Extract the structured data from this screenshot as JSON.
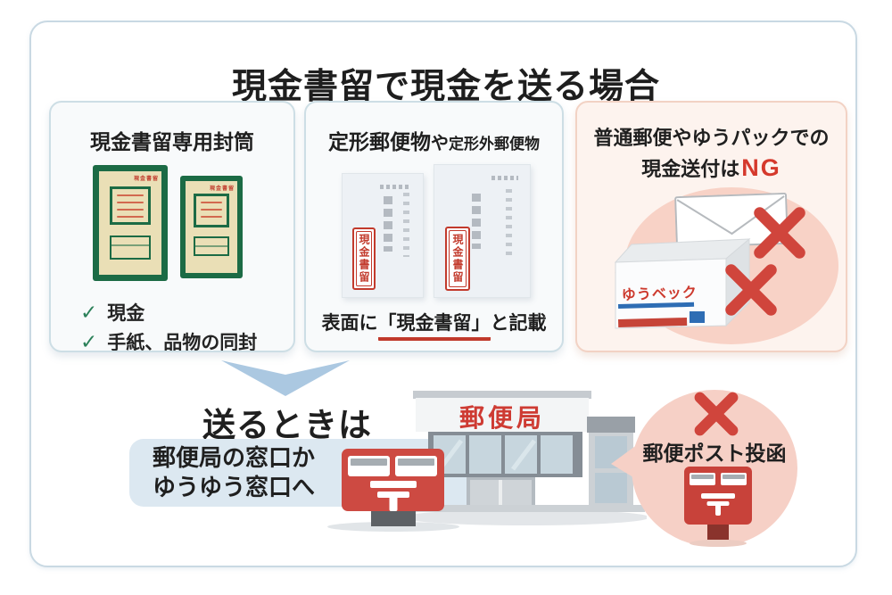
{
  "title": "現金書留で現金を送る場合",
  "panel_envelope": {
    "heading": "現金書留専用封筒",
    "envelope_stamp": "現金書留",
    "check_glyph": "✓",
    "checklist": [
      {
        "label": "現金"
      },
      {
        "label": "手紙、品物の同封"
      }
    ]
  },
  "panel_standard": {
    "heading_main": "定形郵便物",
    "heading_connector": "や",
    "heading_sub": "定形外郵便物",
    "stamp_text": "現金書留",
    "caption_prefix": "表面に",
    "caption_quoted": "「現金書留」",
    "caption_suffix": "と記載"
  },
  "panel_ng": {
    "heading_line1": "普通郵便やゆうパックでの",
    "heading_line2": "現金送付は",
    "heading_ng": "NG",
    "package_label": "ゆうベック"
  },
  "bottom": {
    "heading": "送るときは",
    "bubble_line1": "郵便局の窓口か",
    "bubble_line2": "ゆうゆう窓口へ",
    "building_sign": "郵便局",
    "post_bubble_label": "郵便ポスト投函"
  },
  "colors": {
    "accent_red": "#d0453c",
    "ng_red": "#d5392c",
    "stamp_red": "#c23a2c",
    "underline_red": "#c0392b",
    "envelope_green": "#1c6b45",
    "envelope_cream": "#eadfb6",
    "check_green": "#2b8059",
    "panel_blue_border": "#cddee5",
    "panel_pink_bg": "#fdf3ee",
    "panel_pink_border": "#f2d2c4",
    "blob_pink": "#f8d2c6",
    "bubble_blue": "#dce8f1",
    "arrow_blue": "#abc8e1",
    "mailbox_red": "#cd4a42",
    "postoffice_sign_red": "#ce3b33",
    "yupack_blue": "#2e6db4"
  }
}
